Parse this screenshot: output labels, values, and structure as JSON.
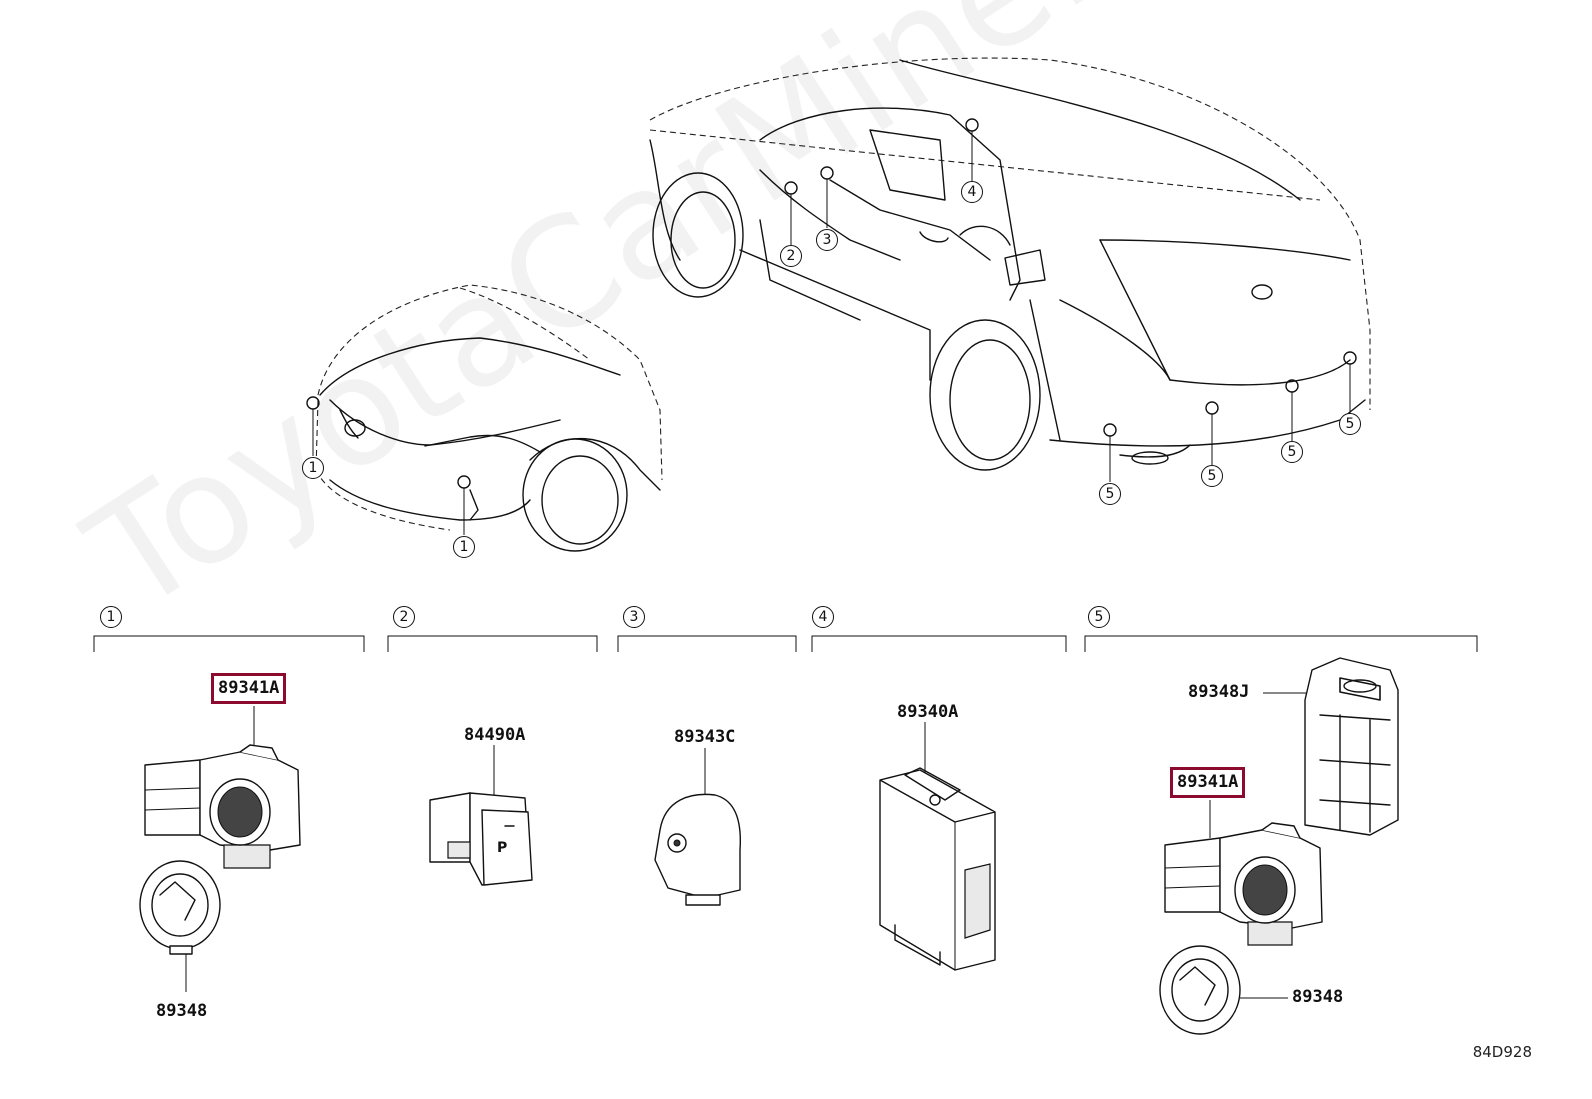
{
  "watermark": "ToyotaCarMine.ru",
  "diagram_ref": "84D928",
  "callouts": {
    "c1": "1",
    "c2": "2",
    "c3": "3",
    "c4": "4",
    "c5": "5"
  },
  "parts": {
    "sensor_front": "89341A",
    "retainer_front": "89348",
    "switch": "84490A",
    "buzzer": "89343C",
    "ecu": "89340A",
    "bracket": "89348J",
    "sensor_rear": "89341A",
    "retainer_rear": "89348"
  },
  "switch_icon_text": "P",
  "highlight_color": "#8b0a2e"
}
